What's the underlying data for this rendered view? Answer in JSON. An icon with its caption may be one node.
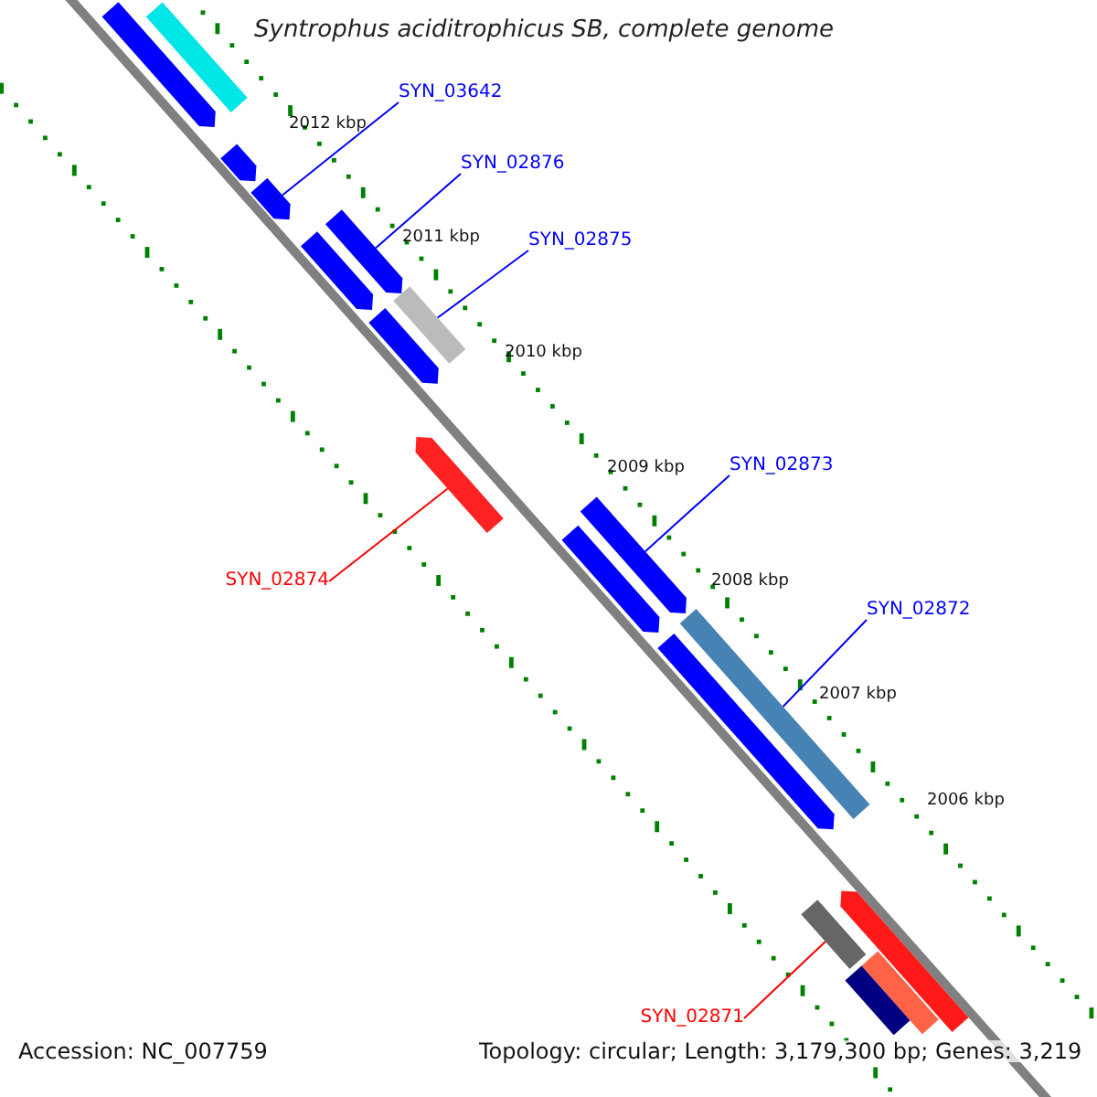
{
  "diagram": {
    "title": "Syntrophus aciditrophicus SB, complete genome",
    "nodes": [
      {
        "text": [],
        "shape": "bar"
      },
      {
        "text": [],
        "shape": "bar"
      },
      {
        "text": [
          "SYN_03642"
        ]
      },
      {
        "text": [],
        "shape": "bar"
      },
      {
        "text": [],
        "shape": "bar"
      },
      {
        "text": [
          "SYN_02876"
        ]
      },
      {
        "text": [],
        "shape": "bar"
      },
      {
        "text": [],
        "shape": "bar"
      },
      {
        "text": [
          "SYN_02875"
        ]
      },
      {
        "text": [],
        "shape": "bar"
      },
      {
        "text": [],
        "shape": "bar"
      },
      {
        "text": [],
        "shape": "bar"
      },
      {
        "text": [
          "SYN_02873"
        ]
      },
      {
        "text": [],
        "shape": "bar"
      },
      {
        "text": [
          "SYN_02874"
        ]
      },
      {
        "text": [],
        "shape": "bar"
      },
      {
        "text": [
          "SYN_02872"
        ]
      },
      {
        "text": [],
        "shape": "bar"
      },
      {
        "text": [],
        "shape": "bar"
      },
      {
        "text": [],
        "shape": "bar"
      },
      {
        "text": [],
        "shape": "bar"
      },
      {
        "text": [
          "SYN_02871"
        ]
      },
      {
        "text": [],
        "shape": "bar"
      },
      {
        "text": [],
        "shape": "bar"
      }
    ],
    "edges": [
      {
        "from": 2,
        "to": 4,
        "arrow": "none"
      },
      {
        "from": 5,
        "to": 6,
        "arrow": "none"
      },
      {
        "from": 8,
        "to": 9,
        "arrow": "none"
      },
      {
        "from": 12,
        "to": 13,
        "arrow": "none"
      },
      {
        "from": 14,
        "to": 11,
        "arrow": "none",
        "color": "#ff0000"
      },
      {
        "from": 16,
        "to": 17,
        "arrow": "none"
      },
      {
        "from": 21,
        "to": 20,
        "arrow": "none",
        "color": "#ff0000"
      }
    ],
    "labels": [
      "2012 kbp",
      "2011 kbp",
      "2010 kbp",
      "2009 kbp",
      "2008 kbp",
      "2007 kbp",
      "2006 kbp",
      "Accession: NC_007759",
      "Topology: circular; Length: 3,179,300 bp; Genes: 3,219"
    ]
  }
}
